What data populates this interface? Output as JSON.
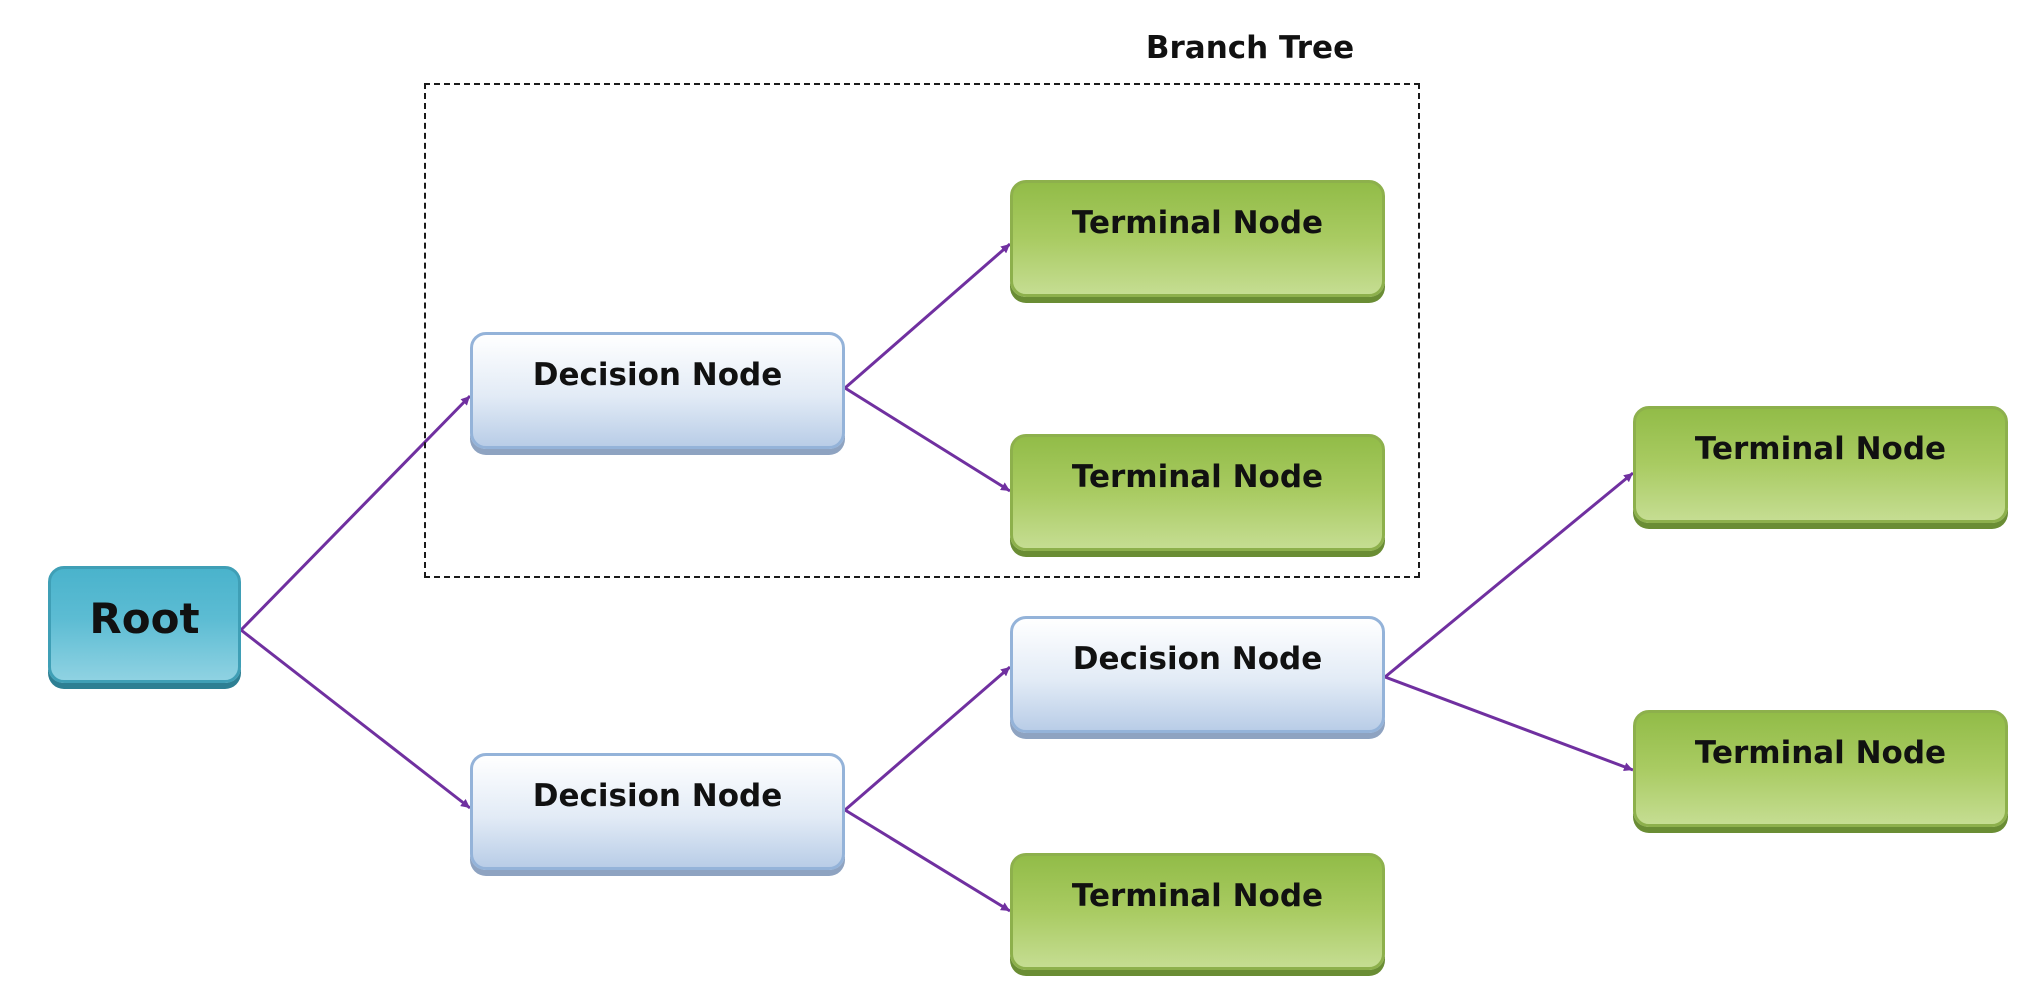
{
  "branch_tree": {
    "title": "Branch Tree"
  },
  "nodes": {
    "root": {
      "label": "Root"
    },
    "decision_upper": {
      "label": "Decision Node"
    },
    "decision_lower": {
      "label": "Decision Node"
    },
    "decision_right": {
      "label": "Decision Node"
    },
    "terminal_upper_top": {
      "label": "Terminal Node"
    },
    "terminal_upper_bottom": {
      "label": "Terminal Node"
    },
    "terminal_right_top": {
      "label": "Terminal Node"
    },
    "terminal_right_bottom": {
      "label": "Terminal Node"
    },
    "terminal_lower_bottom": {
      "label": "Terminal Node"
    }
  },
  "edges": [
    {
      "from": "root",
      "to": "decision_upper"
    },
    {
      "from": "root",
      "to": "decision_lower"
    },
    {
      "from": "decision_upper",
      "to": "terminal_upper_top"
    },
    {
      "from": "decision_upper",
      "to": "terminal_upper_bottom"
    },
    {
      "from": "decision_lower",
      "to": "decision_right"
    },
    {
      "from": "decision_lower",
      "to": "terminal_lower_bottom"
    },
    {
      "from": "decision_right",
      "to": "terminal_right_top"
    },
    {
      "from": "decision_right",
      "to": "terminal_right_bottom"
    }
  ],
  "colors": {
    "edge": "#7030a0",
    "root_fill": "#4bacc6",
    "decision_fill": "#c5d5ea",
    "terminal_fill": "#9bbb59"
  }
}
